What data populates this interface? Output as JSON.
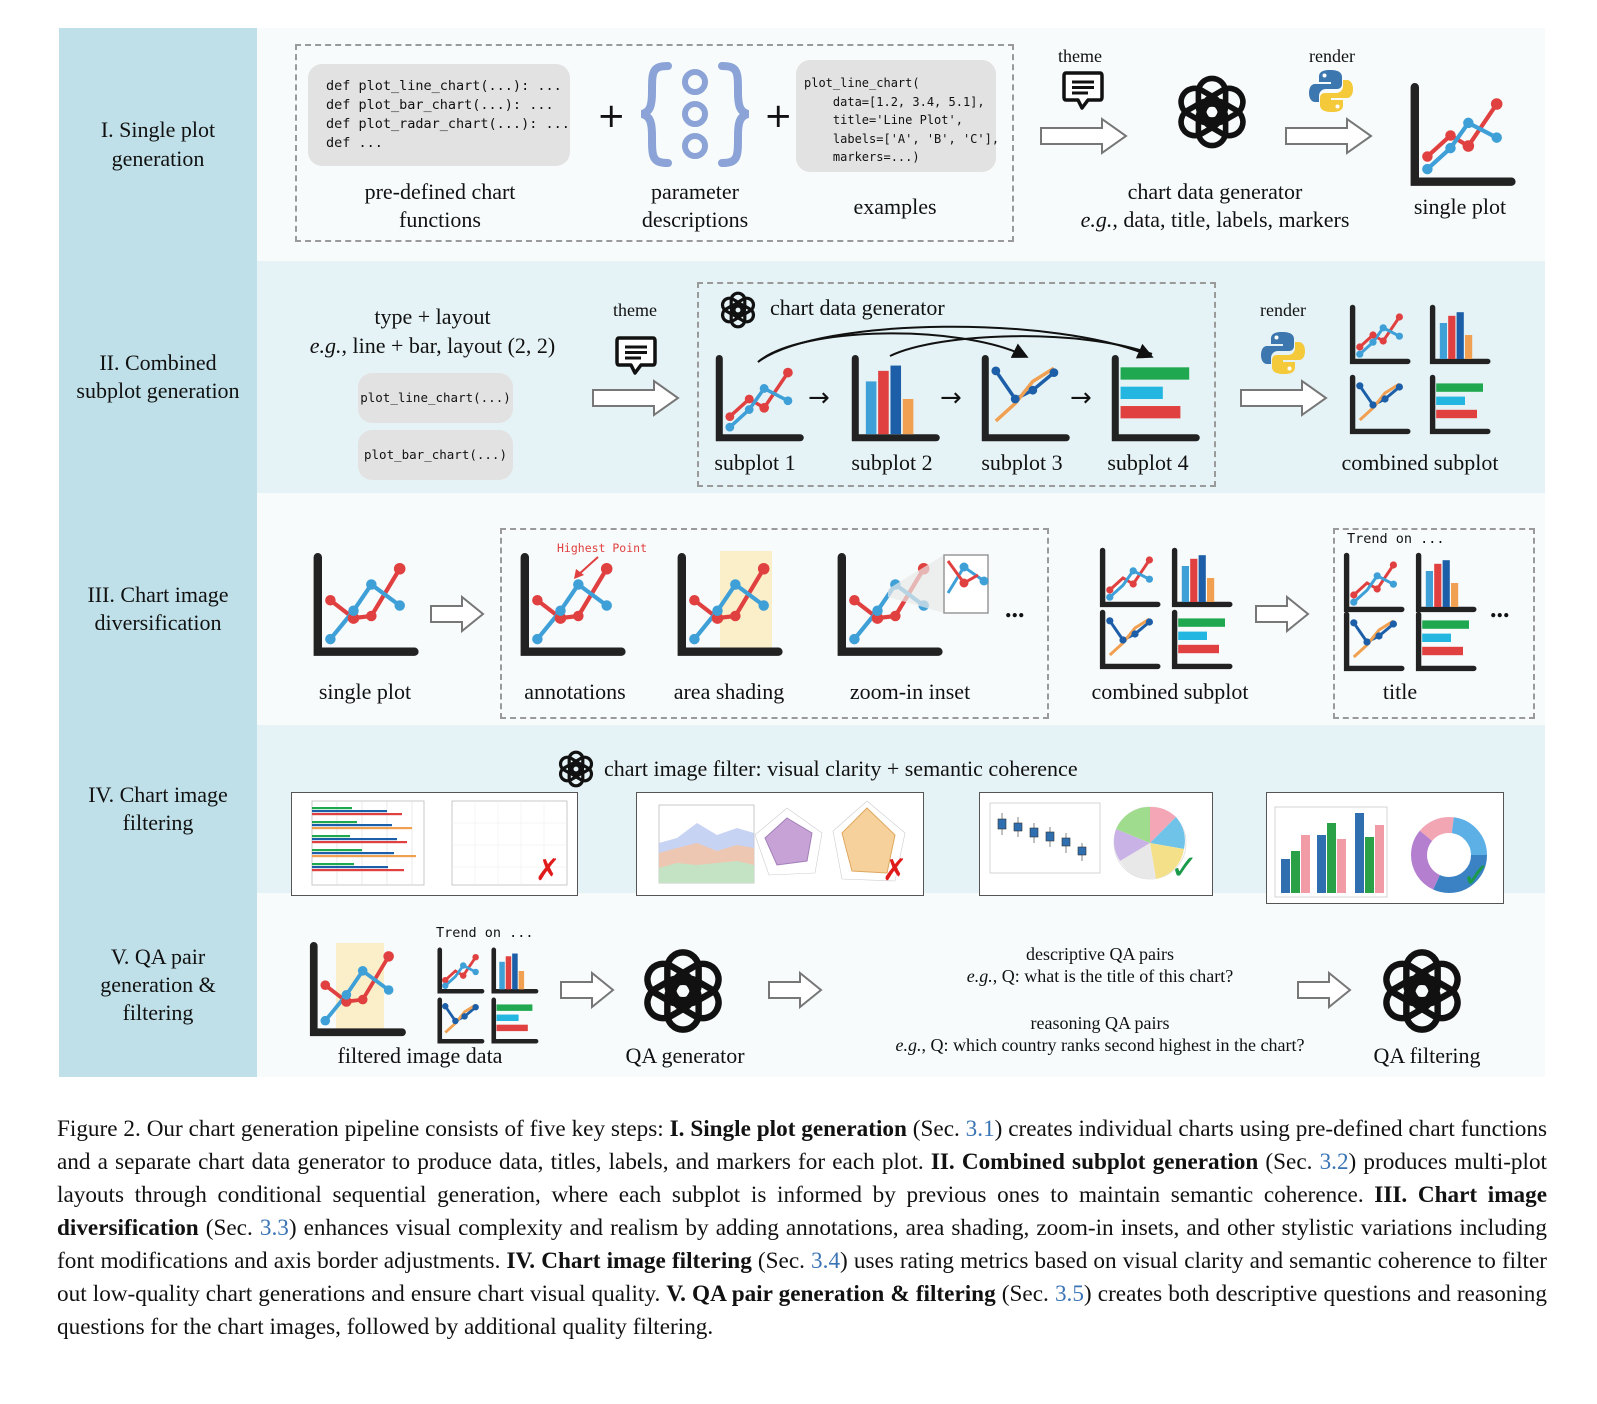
{
  "rows": [
    {
      "id": "I",
      "label": "I. Single plot generation"
    },
    {
      "id": "II",
      "label": "II. Combined subplot generation"
    },
    {
      "id": "III",
      "label": "III. Chart image diversification"
    },
    {
      "id": "IV",
      "label": "IV. Chart image filtering"
    },
    {
      "id": "V",
      "label": "V. QA pair generation & filtering"
    }
  ],
  "row1": {
    "code_functions": "def plot_line_chart(...): ...\ndef plot_bar_chart(...): ...\ndef plot_radar_chart(...): ...\ndef ...",
    "code_example": "plot_line_chart(\n    data=[1.2, 3.4, 5.1],\n    title='Line Plot',\n    labels=['A', 'B', 'C'],\n    markers=...)",
    "plus": "+",
    "cap_functions": "pre-defined chart functions",
    "cap_params": "parameter descriptions",
    "cap_examples": "examples",
    "theme": "theme",
    "render": "render",
    "cap_generator_line1": "chart data generator",
    "cap_generator_eg": "e.g.",
    "cap_generator_rest": ", data, title, labels, markers",
    "cap_single": "single plot"
  },
  "row2": {
    "type_layout": "type + layout",
    "eg": "e.g.",
    "eg_rest": ", line + bar, layout (2, 2)",
    "code_line": "plot_line_chart(...)",
    "code_bar": "plot_bar_chart(...)",
    "theme": "theme",
    "generator_title": "chart data generator",
    "subplots": [
      "subplot 1",
      "subplot 2",
      "subplot 3",
      "subplot 4"
    ],
    "render": "render",
    "cap_combined": "combined subplot"
  },
  "row3": {
    "cap_single": "single plot",
    "highest_point": "Highest Point",
    "cap_annotations": "annotations",
    "cap_shading": "area shading",
    "cap_zoom": "zoom-in inset",
    "ellipsis": "...",
    "cap_combined": "combined subplot",
    "trend_title": "Trend on ...",
    "cap_title": "title"
  },
  "row4": {
    "filter_label": "chart image filter: visual clarity + semantic coherence",
    "marks": [
      "✗",
      "✗",
      "✓",
      "✓"
    ]
  },
  "row5": {
    "trend_title": "Trend on ...",
    "cap_filtered": "filtered image data",
    "cap_qa_gen": "QA generator",
    "desc_title": "descriptive QA pairs",
    "desc_eg": "e.g.",
    "desc_q": ", Q: what is the title of this chart?",
    "reason_title": "reasoning QA pairs",
    "reason_eg": "e.g.",
    "reason_q": ", Q: which country ranks second highest in the chart?",
    "cap_qa_filter": "QA filtering"
  },
  "caption": {
    "fig": "Figure 2.",
    "intro": " Our chart generation pipeline consists of five key steps: ",
    "s1_bold": "I. Single plot generation",
    "s1_sec": " (Sec. ",
    "s1_ref": "3.1",
    "s1_text": ") creates individual charts using pre-defined chart functions and a separate chart data generator to produce data, titles, labels, and markers for each plot. ",
    "s2_bold": "II. Combined subplot generation",
    "s2_sec": " (Sec. ",
    "s2_ref": "3.2",
    "s2_text": ") produces multi-plot layouts through conditional sequential generation, where each subplot is informed by previous ones to maintain semantic coherence. ",
    "s3_bold": "III. Chart image diversification",
    "s3_sec": " (Sec. ",
    "s3_ref": "3.3",
    "s3_text": ") enhances visual complexity and realism by adding annotations, area shading, zoom-in insets, and other stylistic variations including font modifications and axis border adjustments. ",
    "s4_bold": "IV. Chart image filtering",
    "s4_sec": " (Sec. ",
    "s4_ref": "3.4",
    "s4_text": ") uses rating metrics based on visual clarity and semantic coherence to filter out low-quality chart generations and ensure chart visual quality. ",
    "s5_bold": "V. QA pair generation & filtering",
    "s5_sec": " (Sec. ",
    "s5_ref": "3.5",
    "s5_text": ") creates both descriptive questions and reasoning questions for the chart images, followed by additional quality filtering."
  },
  "colors": {
    "label_bg": "#bfe0e8",
    "row_alt_bg": "#e6f3f6",
    "row_bg": "#f7fbfc",
    "line_blue": "#3fa0d8",
    "line_red": "#e0403f",
    "bar_orange": "#f0a050",
    "bar_green": "#1fa84f",
    "icon_blue": "#8ba3d6",
    "ref_blue": "#3a74b4",
    "check_green": "#1a9a4a",
    "cross_red": "#e01b1b"
  },
  "icons": [
    "curly-braces-icon",
    "speech-bubble-icon",
    "openai-logo-icon",
    "python-logo-icon",
    "arrow-icon",
    "line-chart-icon",
    "bar-chart-icon",
    "hbar-chart-icon"
  ]
}
